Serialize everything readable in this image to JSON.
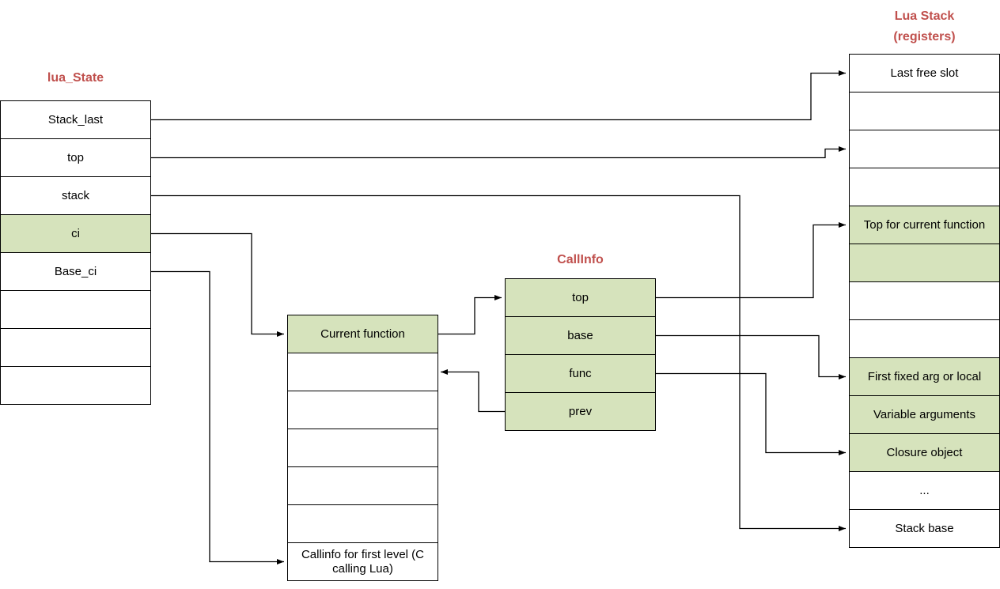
{
  "colors": {
    "highlight_green": "#d6e3bc",
    "title_red": "#c0504d",
    "connector_black": "#000000"
  },
  "titles": {
    "lua_state": "lua_State",
    "callinfo": "CallInfo",
    "lua_stack": "Lua Stack",
    "lua_stack_sub": "(registers)"
  },
  "lua_state": {
    "rows": [
      "Stack_last",
      "top",
      "stack",
      "ci",
      "Base_ci",
      "",
      "",
      ""
    ]
  },
  "base_ci": {
    "rows": [
      "Current function",
      "",
      "",
      "",
      "",
      "",
      "Callinfo for first level (C calling Lua)"
    ]
  },
  "callinfo": {
    "rows": [
      "top",
      "base",
      "func",
      "prev"
    ]
  },
  "lua_stack": {
    "rows": [
      "Last free slot",
      "",
      "",
      "",
      "Top for current function",
      "",
      "",
      "",
      "First fixed arg or local",
      "Variable arguments",
      "Closure object",
      "...",
      "Stack base"
    ]
  }
}
